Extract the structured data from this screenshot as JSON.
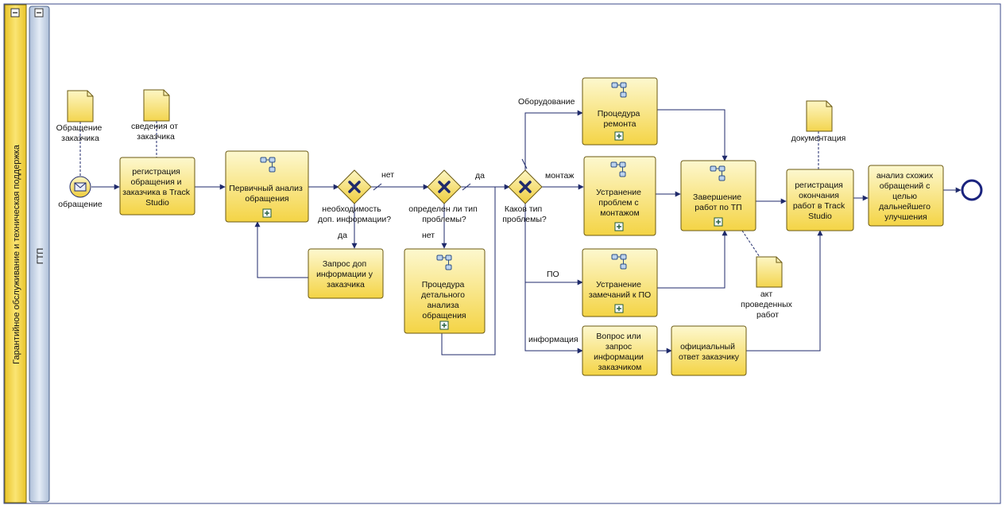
{
  "pool": {
    "label": "Гарантийное обслуживание и техническая поддержка"
  },
  "lane": {
    "label": "ГТП"
  },
  "start_event": {
    "label": "обращение"
  },
  "artifacts": {
    "doc_request": "Обращение заказчика",
    "doc_customer_info": "сведения от заказчика",
    "doc_documentation": "документация",
    "doc_act": "акт проведенных работ"
  },
  "tasks": {
    "register": "регистрация обращения и заказчика в Track Studio",
    "primary_analysis": "Первичный анализ обращения",
    "request_info": "Запрос доп информации у заказчика",
    "detailed_analysis": "Процедура детального анализа обращения",
    "repair": "Процедура ремонта",
    "mounting": "Устранение проблем с монтажом",
    "software": "Устранение замечаний к ПО",
    "question": "Вопрос или запрос информации заказчиком",
    "official_answer": "официальный ответ заказчику",
    "complete": "Завершение работ по ТП",
    "register_end": "регистрация окончания работ в Track Studio",
    "similar_analysis": "анализ схожих обращений с целью дальнейшего улучшения"
  },
  "gateways": {
    "need_info": "необходимость доп. информации?",
    "type_defined": "определен ли тип проблемы?",
    "problem_type": "Каков тип проблемы?"
  },
  "flow_labels": {
    "no1": "нет",
    "yes1": "да",
    "yes2": "да",
    "no2": "нет",
    "hardware": "Оборудование",
    "mounting": "монтаж",
    "software": "ПО",
    "information": "информация"
  },
  "colors": {
    "task_fill_top": "#fdf6c0",
    "task_fill_bottom": "#f5d64a",
    "task_stroke": "#6b5a12",
    "flow": "#1f2a6b",
    "pool_fill": "#f3d33a",
    "lane_fill": "#c9d7ea",
    "end_event": "#1a237e"
  }
}
